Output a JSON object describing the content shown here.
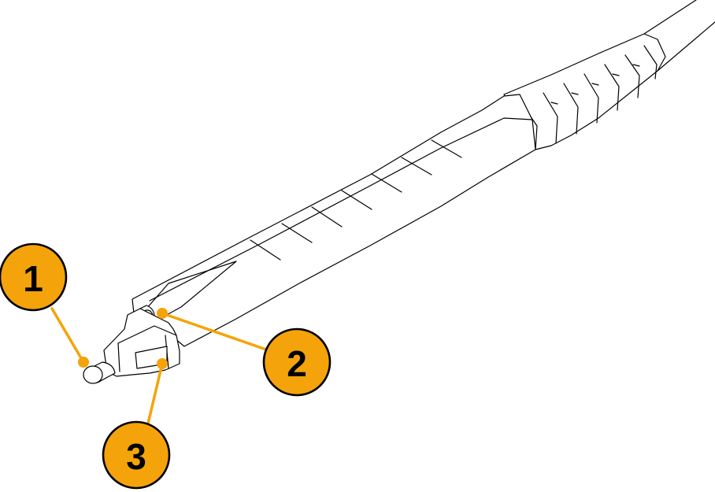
{
  "colors": {
    "callout_fill": "#f5a30a",
    "leader_line": "#f5a30a",
    "outline": "#000000",
    "background": "#ffffff"
  },
  "callouts": [
    {
      "label": "1"
    },
    {
      "label": "2"
    },
    {
      "label": "3"
    }
  ]
}
